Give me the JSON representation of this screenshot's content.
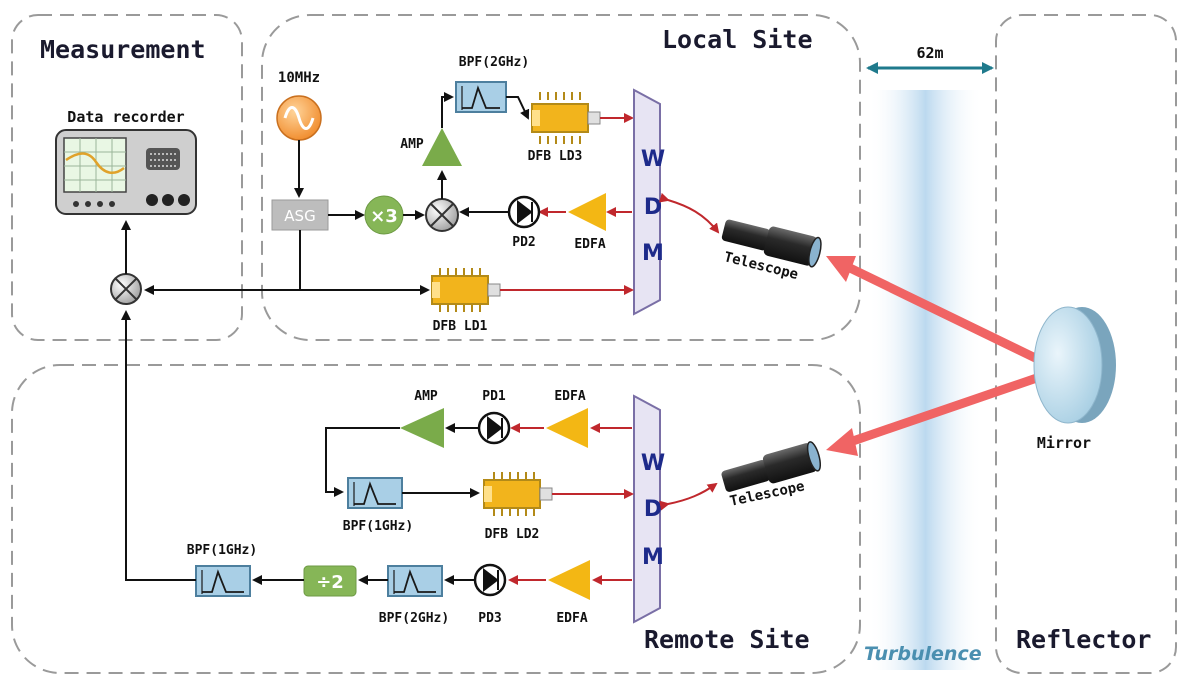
{
  "regions": {
    "measurement": "Measurement",
    "local": "Local Site",
    "remote": "Remote Site",
    "reflector": "Reflector"
  },
  "distance": "62m",
  "turbulence": "Turbulence",
  "labels": {
    "data_recorder": "Data recorder",
    "ref_10mhz": "10MHz",
    "asg": "ASG",
    "x3": "×3",
    "amp_local": "AMP",
    "bpf_2ghz_local": "BPF(2GHz)",
    "dfb_ld3": "DFB LD3",
    "pd2": "PD2",
    "edfa_local": "EDFA",
    "dfb_ld1": "DFB LD1",
    "telescope_local": "Telescope",
    "telescope_remote": "Telescope",
    "mirror": "Mirror",
    "amp_remote": "AMP",
    "pd1": "PD1",
    "edfa_remote_top": "EDFA",
    "bpf_1ghz_remote": "BPF(1GHz)",
    "dfb_ld2": "DFB LD2",
    "bpf_1ghz_out": "BPF(1GHz)",
    "div2": "÷2",
    "bpf_2ghz_remote": "BPF(2GHz)",
    "pd3": "PD3",
    "edfa_remote_bottom": "EDFA"
  },
  "wdm_local": [
    "W",
    "D",
    "M"
  ],
  "wdm_remote": [
    "W",
    "D",
    "M"
  ],
  "colors": {
    "electrical": "#111111",
    "optical": "#c0282d",
    "free_space": "#f06464",
    "amp": "#7aab4a",
    "edfa": "#f3b714",
    "laser": "#f2b41c",
    "bpf": "#a9cfe6",
    "wdm": "#e7e4f3",
    "asg": "#bdbdbd",
    "turbulence": "#cfe3f3"
  }
}
